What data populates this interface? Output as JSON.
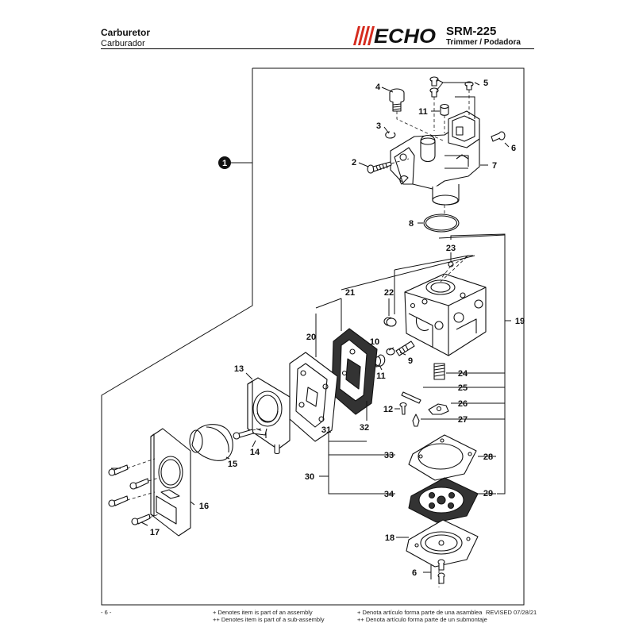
{
  "header": {
    "title": "Carburetor",
    "subtitle": "Carburador",
    "brand": "ECHO",
    "model": "SRM-225",
    "model_subtitle": "Trimmer / Podadora"
  },
  "assembly_marker": "1",
  "callouts": [
    "2",
    "3",
    "4",
    "5",
    "6",
    "7",
    "8",
    "9",
    "10",
    "11",
    "12",
    "13",
    "14",
    "15",
    "16",
    "17",
    "18",
    "19",
    "20",
    "21",
    "22",
    "23",
    "24",
    "25",
    "26",
    "27",
    "28",
    "29",
    "30",
    "31",
    "32",
    "33",
    "34"
  ],
  "footer": {
    "page_number": "- 6 -",
    "note_assembly_en": "+ Denotes item is part of an assembly",
    "note_subassembly_en": "++ Denotes item is part of a sub-assembly",
    "note_assembly_es": "+ Denota artículo forma parte de una asamblea",
    "note_subassembly_es": "++ Denota artículo forma parte de un submontaje",
    "revised": "REVISED 07/28/21"
  },
  "colors": {
    "line": "#111111",
    "logo": "#111111",
    "logo_stripes": "#d52b1e"
  }
}
